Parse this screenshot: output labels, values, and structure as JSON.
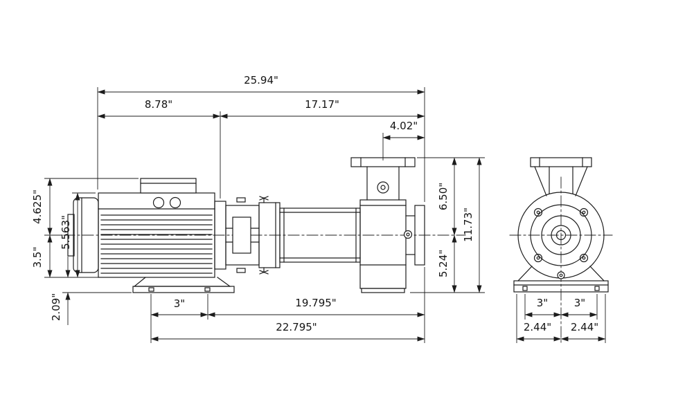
{
  "colors": {
    "ink": "#1c1c1c",
    "background": "#ffffff"
  },
  "side_view": {
    "dimensions": {
      "overall_length": "25.94\"",
      "motor_section_length": "8.78\"",
      "pump_section_length": "17.17\"",
      "discharge_to_suction_face": "4.02\"",
      "centerline_to_flange_top": "6.50\"",
      "centerline_to_base_bottom": "5.24\"",
      "overall_height": "11.73\"",
      "terminal_box_to_centerline": "4.625\"",
      "motor_height": "5.563\"",
      "centerline_to_motor_feet": "3.5\"",
      "base_pad_height": "2.09\"",
      "base_hole_offset": "3\"",
      "base_hole_to_suction_face": "19.795\"",
      "base_overall_length": "22.795\""
    }
  },
  "end_view": {
    "dimensions": {
      "foot_hole_left": "3\"",
      "foot_hole_right": "3\"",
      "base_half_left": "2.44\"",
      "base_half_right": "2.44\""
    }
  }
}
